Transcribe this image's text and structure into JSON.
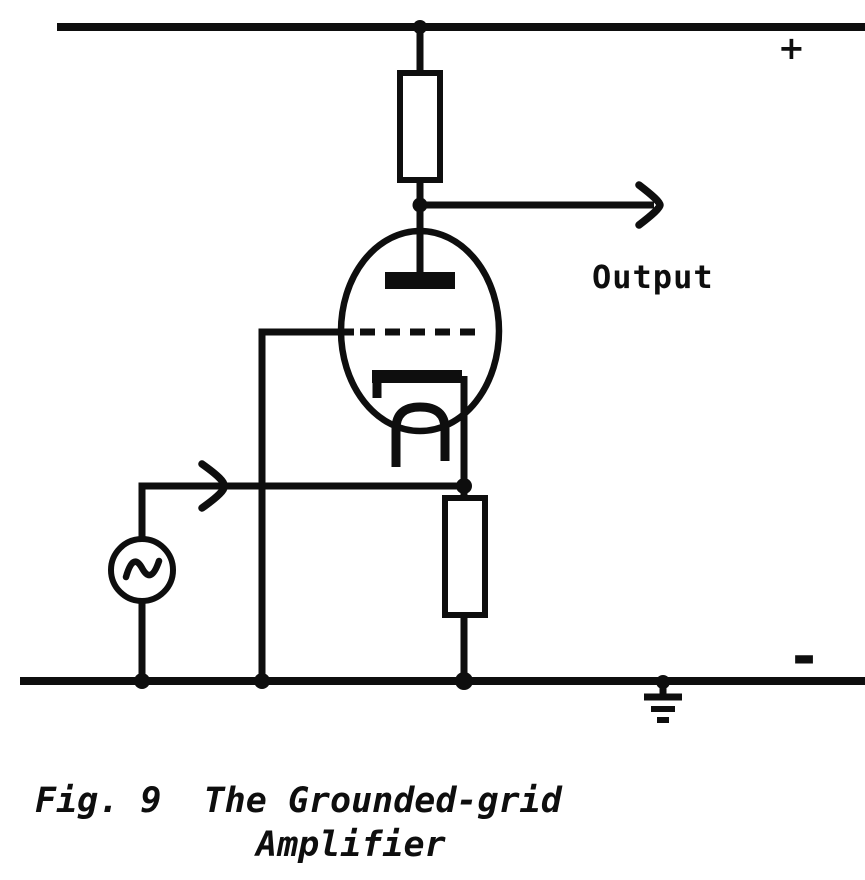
{
  "figure": {
    "caption_line1": "Fig. 9  The Grounded-grid",
    "caption_line2": "Amplifier"
  },
  "labels": {
    "positive_supply": "+",
    "negative_supply": "-",
    "output": "Output"
  },
  "colors": {
    "ink": "#0e0e0e",
    "background": "#ffffff"
  },
  "components": {
    "tube": "triode-vacuum-tube",
    "tube_parts": [
      "anode-plate",
      "grid-dashed-line",
      "cathode",
      "heater-filament"
    ],
    "anode_resistor": "resistor",
    "cathode_resistor": "resistor",
    "source": "ac-signal-source",
    "ground": "earth-ground-icon",
    "rails": [
      "positive-supply-rail",
      "negative-supply-rail"
    ],
    "arrows": [
      "output-arrow",
      "signal-direction-arrow"
    ]
  }
}
